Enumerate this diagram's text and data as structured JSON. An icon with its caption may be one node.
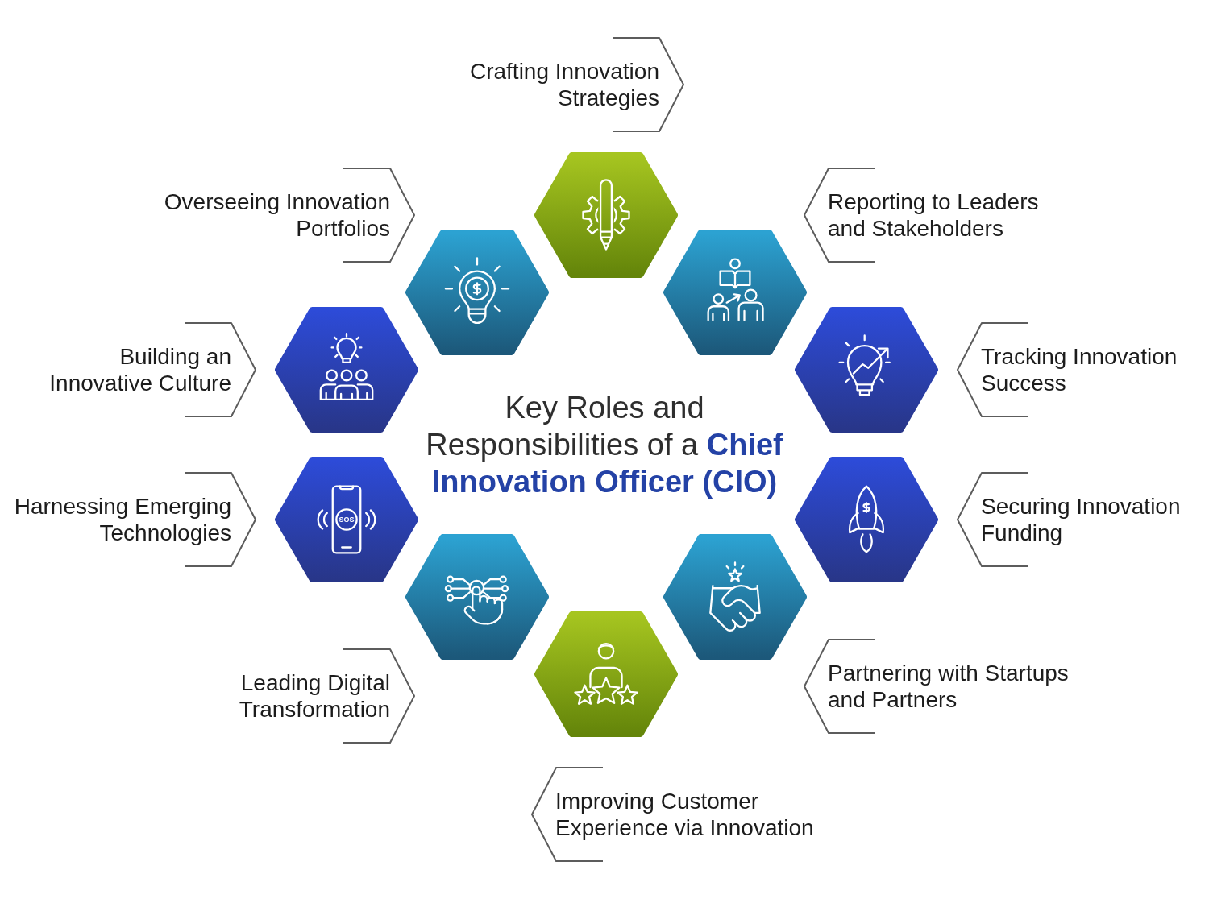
{
  "diagram": {
    "title": "Key Roles and Responsibilities of a **Chief Innovation Officer (CIO)**",
    "nodes": [
      {
        "text": [],
        "shape": "hexagon",
        "beside": [
          "Crafting Innovation Strategies"
        ]
      },
      {
        "text": [],
        "shape": "hexagon",
        "beside": [
          "Overseeing Innovation Portfolios"
        ]
      },
      {
        "text": [],
        "shape": "hexagon",
        "beside": [
          "Reporting to Leaders and Stakeholders"
        ]
      },
      {
        "text": [],
        "shape": "hexagon",
        "beside": [
          "Building an Innovative Culture"
        ]
      },
      {
        "text": [],
        "shape": "hexagon",
        "beside": [
          "Tracking Innovation Success"
        ]
      },
      {
        "text": [],
        "shape": "hexagon",
        "beside": [
          "Harnessing Emerging Technologies"
        ]
      },
      {
        "text": [],
        "shape": "hexagon",
        "beside": [
          "Securing Innovation Funding"
        ]
      },
      {
        "text": [],
        "shape": "hexagon",
        "beside": [
          "Leading Digital Transformation"
        ]
      },
      {
        "text": [],
        "shape": "hexagon",
        "beside": [
          "Partnering with Startups and Partners"
        ]
      },
      {
        "text": [],
        "shape": "hexagon",
        "beside": [
          "Improving Customer Experience via Innovation"
        ]
      }
    ],
    "labels": [
      "SOS"
    ]
  }
}
